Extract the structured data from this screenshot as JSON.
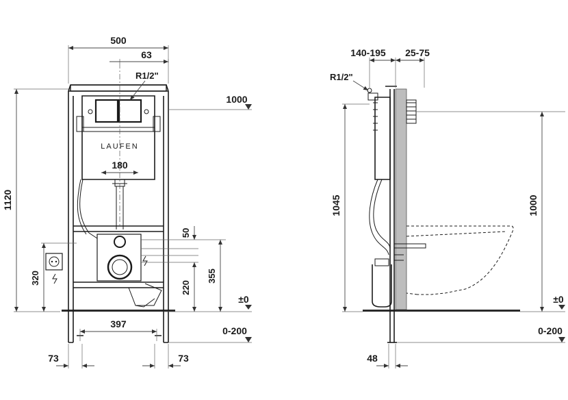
{
  "brand": "LAUFEN",
  "front_view": {
    "dims": {
      "width_total": "500",
      "offset_top": "63",
      "connection_top": "R1/2\"",
      "height_total": "1120",
      "height_ref": "1000",
      "flush_pipe_width": "180",
      "d50": "50",
      "d355": "355",
      "d220": "220",
      "d320": "320",
      "zero": "±0",
      "adjust": "0-200",
      "feet_width": "397",
      "foot_left": "73",
      "foot_right": "73"
    }
  },
  "side_view": {
    "dims": {
      "depth_range": "140-195",
      "wall_range": "25-75",
      "connection_side": "R1/2\"",
      "height_1045": "1045",
      "height_ref": "1000",
      "zero": "±0",
      "adjust": "0-200",
      "foot_depth": "48"
    }
  }
}
